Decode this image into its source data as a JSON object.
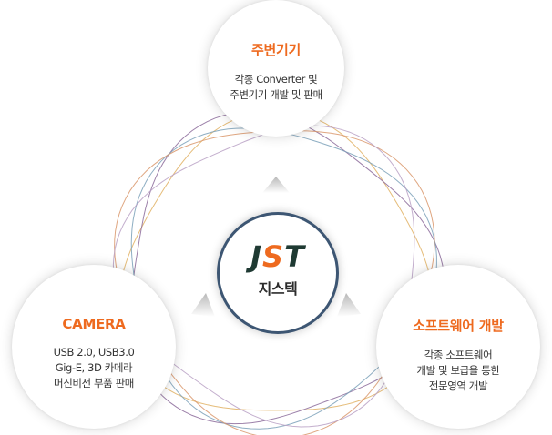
{
  "colors": {
    "accent": "#ee6a1f",
    "logo_dark": "#1f3a33",
    "center_border": "#3d5673",
    "ring_colors": [
      "#e0b062",
      "#8b6a9a",
      "#7aa0b8",
      "#d9966b",
      "#b9a0c4"
    ]
  },
  "top": {
    "title": "주변기기",
    "desc": [
      "각종 Converter 및",
      "주변기기 개발 및 판매"
    ]
  },
  "left": {
    "title": "CAMERA",
    "desc": [
      "USB 2.0, USB3.0",
      "Gig-E, 3D 카메라",
      "머신비전 부품 판매"
    ]
  },
  "right": {
    "title": "소프트웨어 개발",
    "desc": [
      "각종 소프트웨어",
      "개발 및 보급을 통한",
      "전문영역 개발"
    ]
  },
  "center": {
    "logo_parts": [
      "J",
      "S",
      "T"
    ],
    "company": "지스텍"
  },
  "icons": [
    "triangle-up-icon",
    "triangle-left-icon",
    "triangle-right-icon"
  ]
}
